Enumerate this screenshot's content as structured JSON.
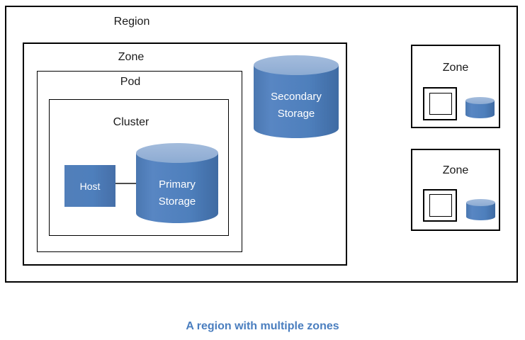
{
  "diagram": {
    "region_label": "Region",
    "zone_label": "Zone",
    "pod_label": "Pod",
    "cluster_label": "Cluster",
    "host_label": "Host",
    "primary_storage": {
      "line1": "Primary",
      "line2": "Storage"
    },
    "secondary_storage": {
      "line1": "Secondary",
      "line2": "Storage"
    },
    "right_zones": [
      {
        "label": "Zone"
      },
      {
        "label": "Zone"
      }
    ],
    "caption": "A region with multiple zones",
    "colors": {
      "accent": "#4e7fbc",
      "cylinder_top": "#97b2d7",
      "caption_text": "#4a7ebf",
      "border": "#000000",
      "connector": "#4d4d4d",
      "label_text": "#1a1a1a"
    }
  }
}
